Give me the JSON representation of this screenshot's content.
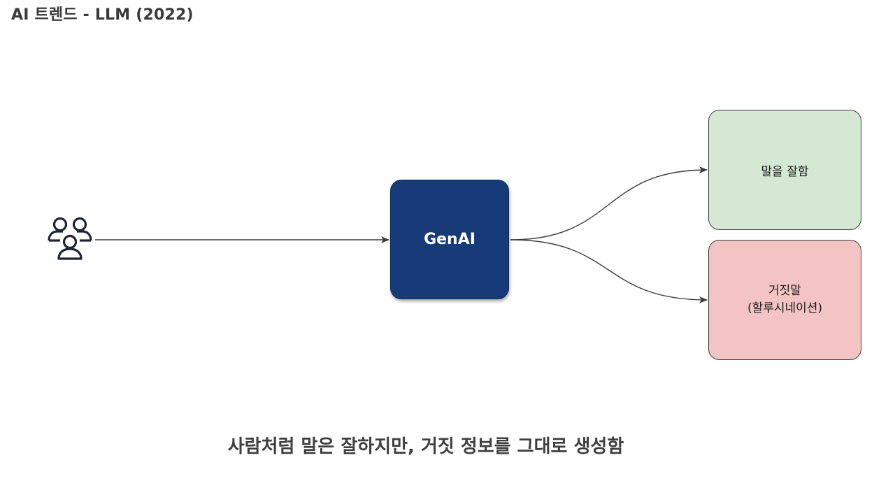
{
  "header": {
    "title": "AI 트렌드 - LLM (2022)"
  },
  "diagram": {
    "input_icon": "users-group-icon",
    "center_node": {
      "label": "GenAI",
      "color": "#173b78"
    },
    "outputs": [
      {
        "label": "말을 잘함",
        "color": "#d5e8d4"
      },
      {
        "label_line1": "거짓말",
        "label_line2": "(할루시네이션)",
        "color": "#f4c4c4"
      }
    ],
    "edges": [
      {
        "from": "users",
        "to": "GenAI"
      },
      {
        "from": "GenAI",
        "to": "말을 잘함"
      },
      {
        "from": "GenAI",
        "to": "거짓말 (할루시네이션)"
      }
    ]
  },
  "caption": {
    "text": "사람처럼 말은 잘하지만, 거짓 정보를 그대로 생성함"
  }
}
